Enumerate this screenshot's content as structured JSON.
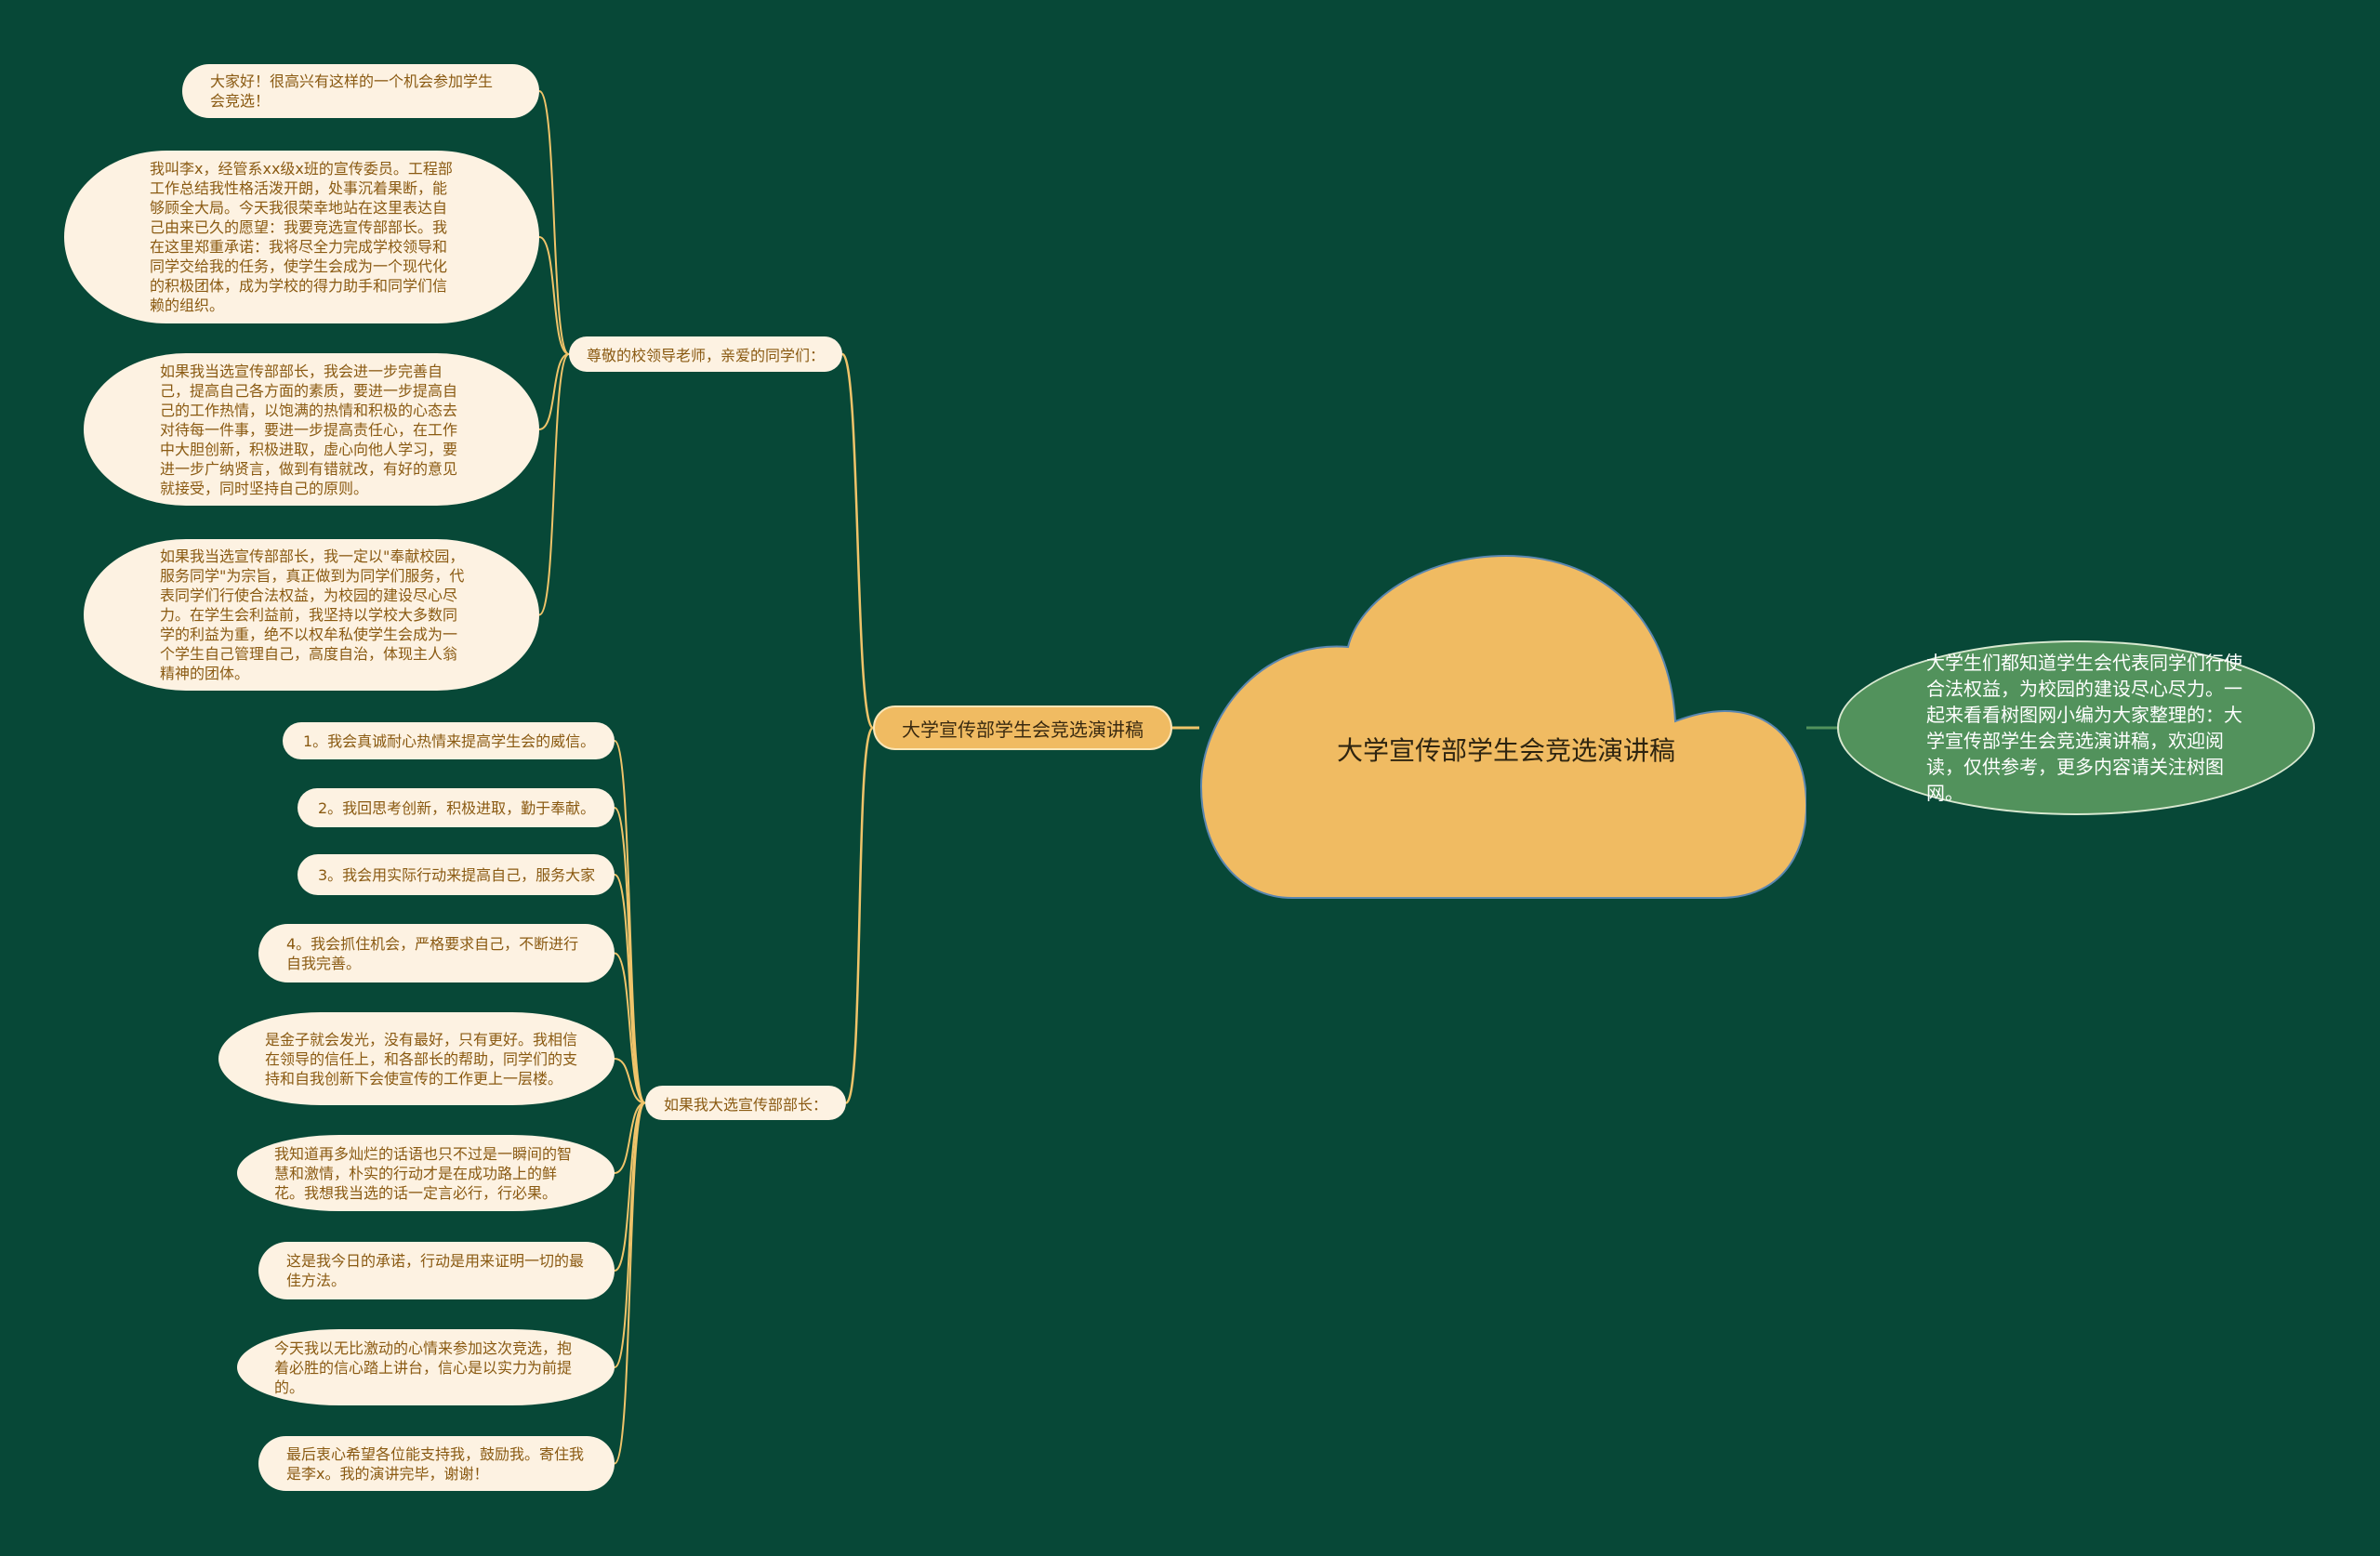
{
  "root": {
    "title": "大学宣传部学生会竞选演讲稿"
  },
  "summary": {
    "text": "大学生们都知道学生会代表同学们行使合法权益，为校园的建设尽心尽力。一起来看看树图网小编为大家整理的：大学宣传部学生会竞选演讲稿，欢迎阅读，仅供参考，更多内容请关注树图网。"
  },
  "main_branch": {
    "label": "大学宣传部学生会竞选演讲稿"
  },
  "branches": [
    {
      "label": "尊敬的校领导老师，亲爱的同学们：",
      "children": [
        "大家好！很高兴有这样的一个机会参加学生会竞选！",
        "我叫李x，经管系xx级x班的宣传委员。工程部工作总结我性格活泼开朗，处事沉着果断，能够顾全大局。今天我很荣幸地站在这里表达自己由来已久的愿望：我要竞选宣传部部长。我在这里郑重承诺：我将尽全力完成学校领导和同学交给我的任务，使学生会成为一个现代化的积极团体，成为学校的得力助手和同学们信赖的组织。",
        "如果我当选宣传部部长，我会进一步完善自己，提高自己各方面的素质，要进一步提高自己的工作热情，以饱满的热情和积极的心态去对待每一件事，要进一步提高责任心，在工作中大胆创新，积极进取，虚心向他人学习，要进一步广纳贤言，做到有错就改，有好的意见就接受，同时坚持自己的原则。",
        "如果我当选宣传部部长，我一定以\"奉献校园，服务同学\"为宗旨，真正做到为同学们服务，代表同学们行使合法权益，为校园的建设尽心尽力。在学生会利益前，我坚持以学校大多数同学的利益为重，绝不以权牟私使学生会成为一个学生自己管理自己，高度自治，体现主人翁精神的团体。"
      ]
    },
    {
      "label": "如果我大选宣传部部长：",
      "children": [
        "1。我会真诚耐心热情来提高学生会的威信。",
        "2。我回思考创新，积极进取，勤于奉献。",
        "3。我会用实际行动来提高自己，服务大家",
        "4。我会抓住机会，严格要求自己，不断进行自我完善。",
        "是金子就会发光，没有最好，只有更好。我相信在领导的信任上，和各部长的帮助，同学们的支持和自我创新下会使宣传的工作更上一层楼。",
        "我知道再多灿烂的话语也只不过是一瞬间的智慧和激情，朴实的行动才是在成功路上的鲜花。我想我当选的话一定言必行，行必果。",
        "这是我今日的承诺，行动是用来证明一切的最佳方法。",
        "今天我以无比激动的心情来参加这次竞选，抱着必胜的信心踏上讲台，信心是以实力为前提的。",
        "最后衷心希望各位能支持我，鼓励我。寄住我是李x。我的演讲完毕，谢谢！"
      ]
    }
  ],
  "colors": {
    "background": "#074837",
    "leaf": "#fdf2e2",
    "link": "#f0c46a",
    "cloud": "#f0bb62",
    "summary": "#52925c"
  }
}
